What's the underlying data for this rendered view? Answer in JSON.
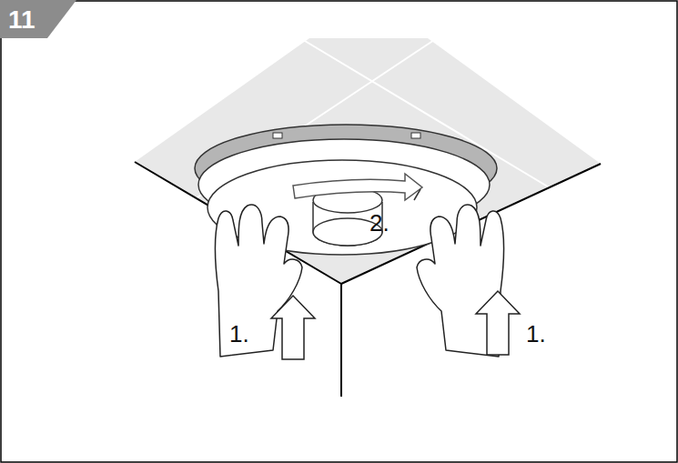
{
  "diagram": {
    "labels": [
      "11",
      "2.",
      "1.",
      "1."
    ]
  }
}
